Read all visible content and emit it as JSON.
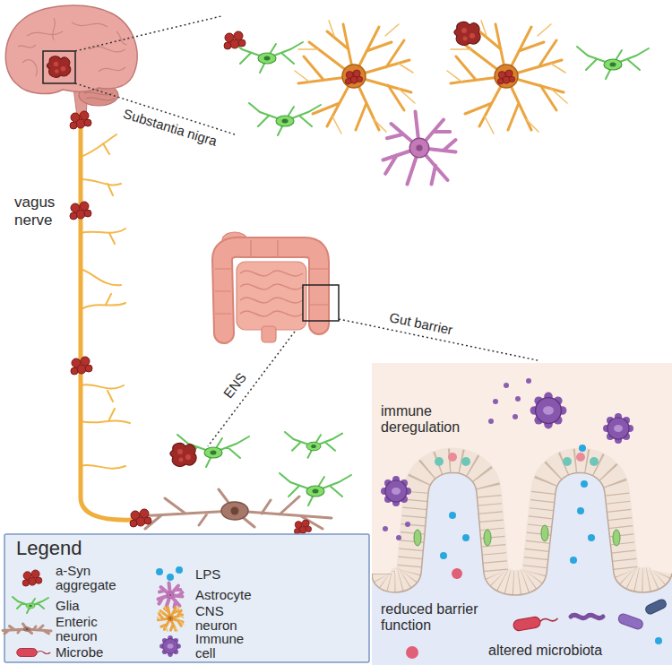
{
  "diagram": {
    "nodes": [
      {
        "text": [
          "immune deregulation",
          "reduced barrier function",
          "altered microbiota"
        ]
      }
    ],
    "labels": [
      "Substantia nigra",
      "vagus nerve",
      "ENS",
      "Gut barrier",
      "Legend"
    ],
    "legend": [
      {
        "text": "a-Syn aggregate"
      },
      {
        "text": "Glia"
      },
      {
        "text": "Enteric neuron"
      },
      {
        "text": "Microbe"
      },
      {
        "text": "LPS"
      },
      {
        "text": "Astrocyte"
      },
      {
        "text": "CNS neuron"
      },
      {
        "text": "Immune cell"
      }
    ]
  }
}
